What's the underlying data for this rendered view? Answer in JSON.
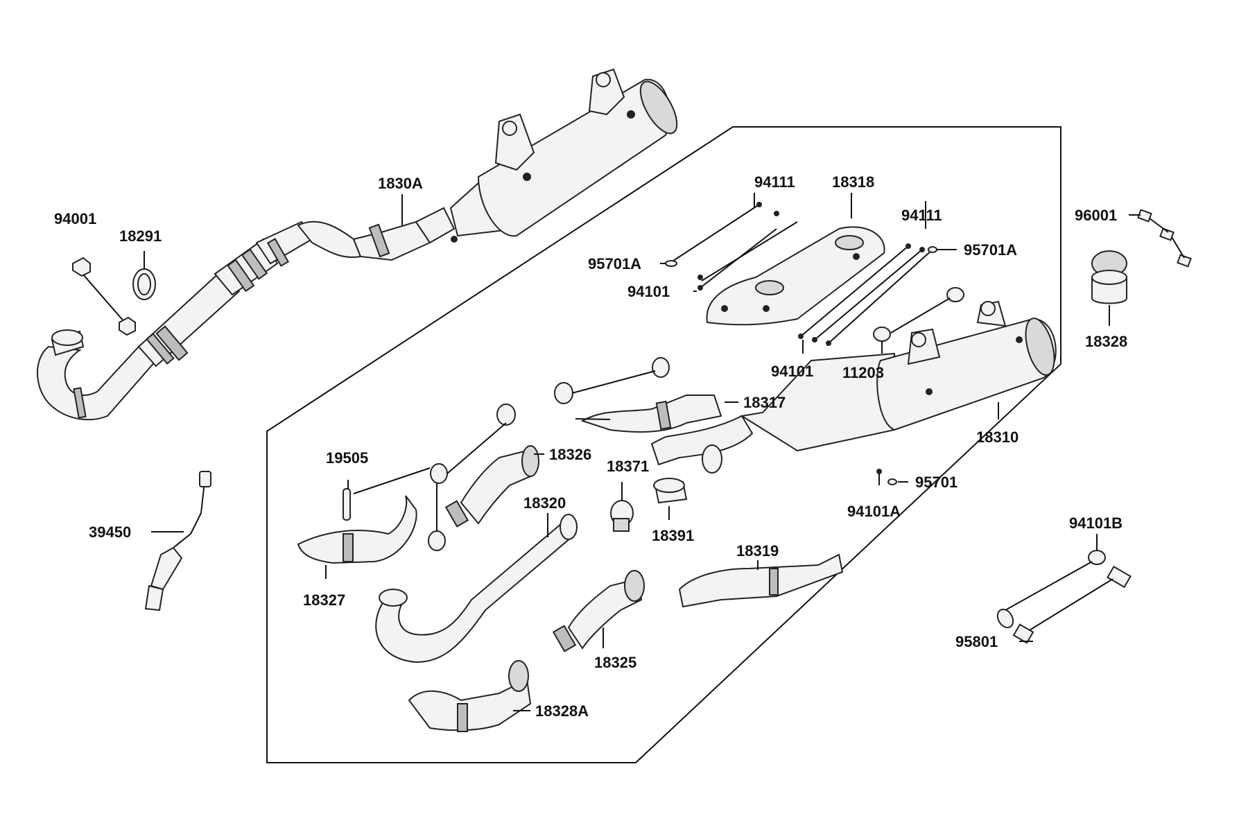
{
  "labels": {
    "l94001": "94001",
    "l18291": "18291",
    "l1830A": "1830A",
    "l39450": "39450",
    "l94111a": "94111",
    "l18318": "18318",
    "l95701Aa": "95701A",
    "l94101a": "94101",
    "l94111b": "94111",
    "l95701Ab": "95701A",
    "l96001": "96001",
    "l18328": "18328",
    "l94101b": "94101",
    "l11203": "11203",
    "l18317": "18317",
    "l18310": "18310",
    "l19505": "19505",
    "l18326": "18326",
    "l18371": "18371",
    "l18320": "18320",
    "l18391": "18391",
    "l95701": "95701",
    "l94101A": "94101A",
    "l18327": "18327",
    "l18319": "18319",
    "l94101B": "94101B",
    "l18325": "18325",
    "l95801": "95801",
    "l18328A": "18328A"
  },
  "colors": {
    "line": "#111111",
    "part_fill": "#f3f3f3",
    "background": "#ffffff"
  }
}
